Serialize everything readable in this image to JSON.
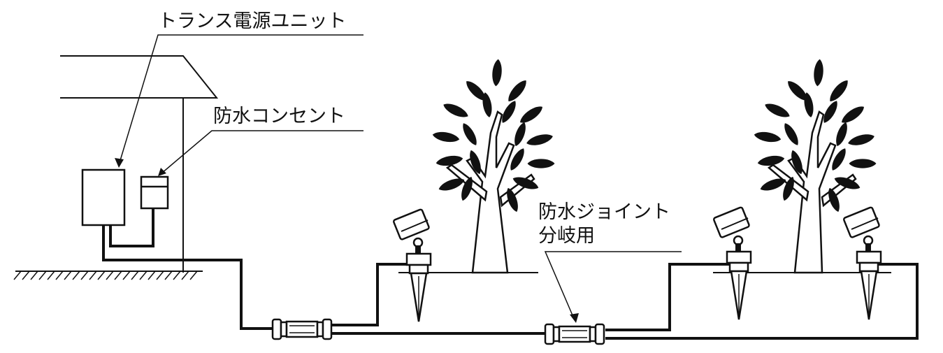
{
  "labels": {
    "transformer_unit": "トランス電源ユニット",
    "waterproof_outlet": "防水コンセント",
    "waterproof_joint_line1": "防水ジョイント",
    "waterproof_joint_line2": "分岐用"
  },
  "colors": {
    "line": "#111111",
    "background": "#ffffff"
  }
}
